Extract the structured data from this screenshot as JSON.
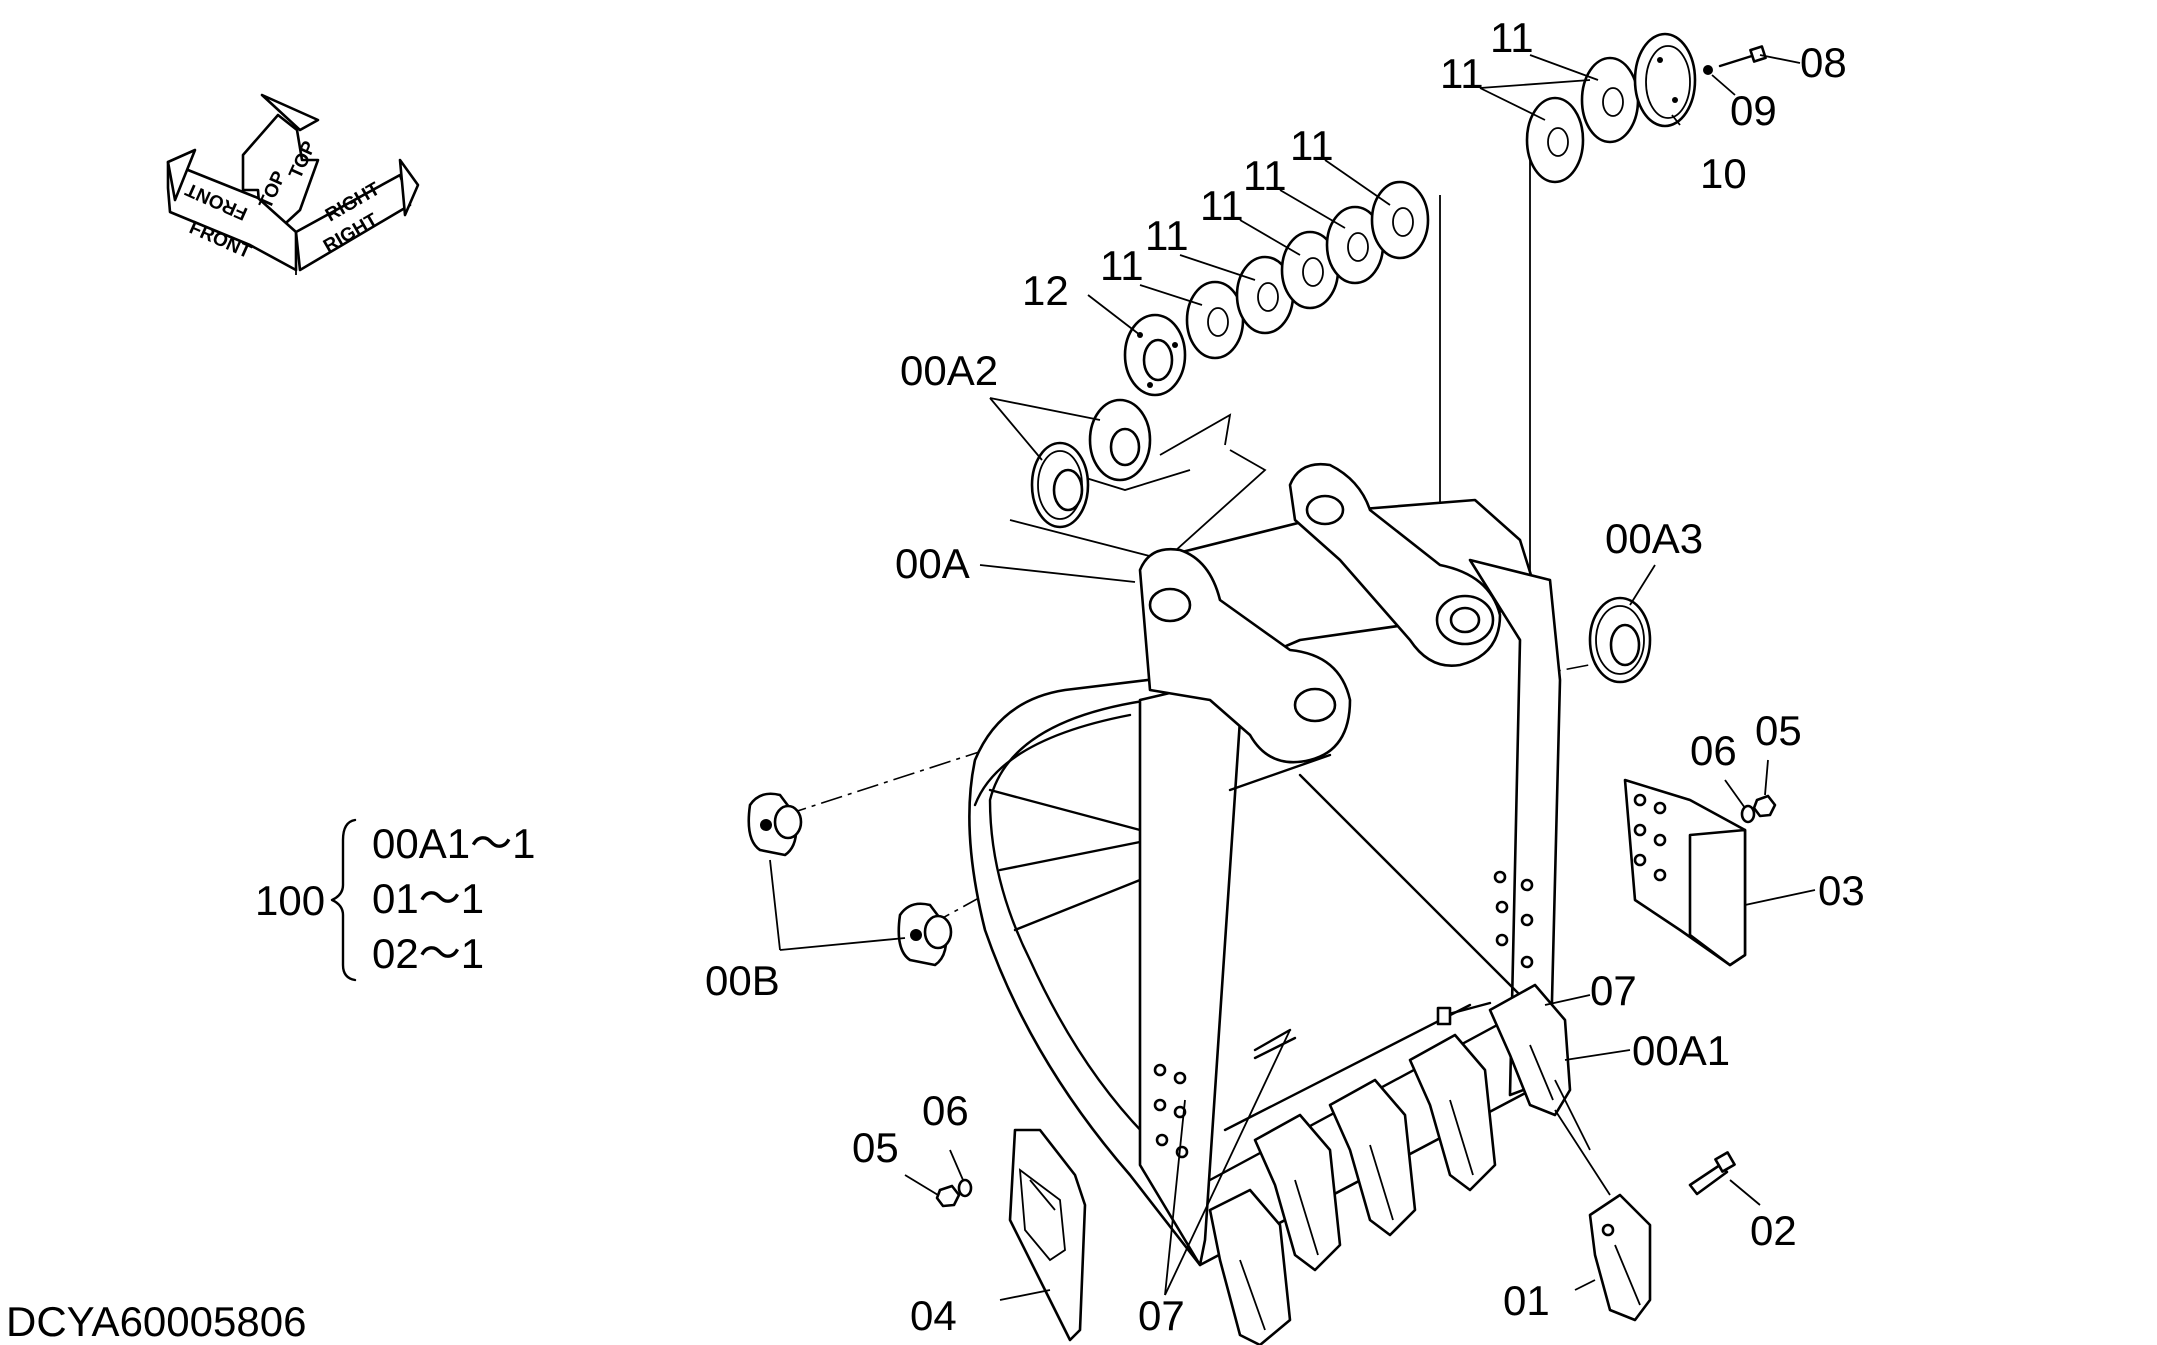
{
  "drawing_id": "DCYA60005806",
  "orientation": {
    "front": "FRONT",
    "top": "TOP",
    "right": "RIGHT"
  },
  "assembly": {
    "number": "100",
    "items": [
      "00A1～1",
      "01～1",
      "02～1"
    ]
  },
  "callouts": {
    "p00A": "00A",
    "p00A1": "00A1",
    "p00A2": "00A2",
    "p00A3": "00A3",
    "p00B": "00B",
    "p01": "01",
    "p02": "02",
    "p03": "03",
    "p04": "04",
    "p05a": "05",
    "p05b": "05",
    "p06a": "06",
    "p06b": "06",
    "p07a": "07",
    "p07b": "07",
    "p08": "08",
    "p09": "09",
    "p10": "10",
    "p11a": "11",
    "p11b": "11",
    "p11c": "11",
    "p11d": "11",
    "p11e": "11",
    "p11f": "11",
    "p11g": "11",
    "p12": "12"
  }
}
